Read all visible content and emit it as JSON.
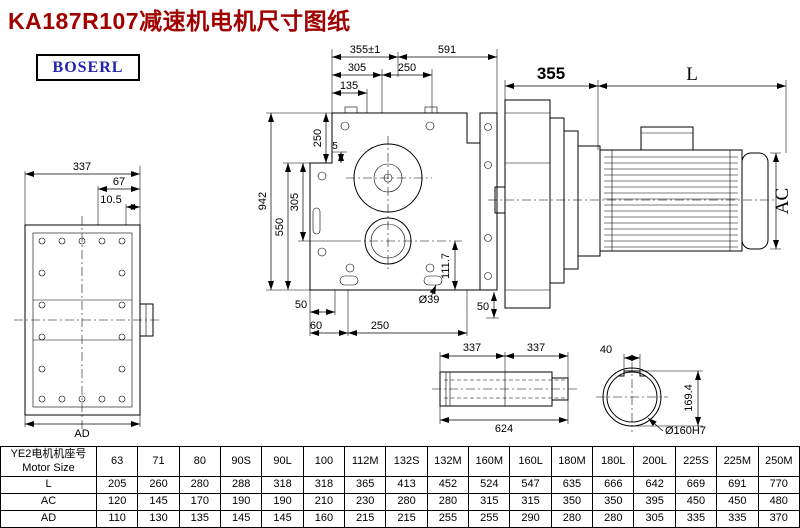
{
  "page": {
    "title": "KA187R107减速机电机尺寸图纸",
    "logo": "BOSERL"
  },
  "colors": {
    "title_red": "#a00000",
    "logo_blue": "#2222b0",
    "line_black": "#000000"
  },
  "dims": {
    "front_view": {
      "width": "337",
      "offset_a": "67",
      "offset_b": "10.5",
      "bottom": "AD"
    },
    "main_view": {
      "top_a": "355±1",
      "top_b": "591",
      "mid_a": "305",
      "mid_b": "250",
      "low": "135",
      "h_total": "942",
      "h_a": "550",
      "h_b": "305",
      "h_c": "250",
      "h_d": "5",
      "right_h": "111.7",
      "foot_a": "50",
      "foot_b": "60",
      "foot_c": "250",
      "hole": "Ø39",
      "foot_d": "50"
    },
    "side_view": {
      "reducer_len": "355",
      "motor_len": "L",
      "motor_dia": "AC"
    },
    "shaft_view": {
      "seg_a": "337",
      "seg_b": "337",
      "total": "624"
    },
    "bore_view": {
      "key_w": "40",
      "depth": "169.4",
      "bore": "Ø160H7"
    }
  },
  "table": {
    "header_cn": "YE2电机机座号",
    "header_en": "Motor Size",
    "sizes": [
      "63",
      "71",
      "80",
      "90S",
      "90L",
      "100",
      "112M",
      "132S",
      "132M",
      "160M",
      "160L",
      "180M",
      "180L",
      "200L",
      "225S",
      "225M",
      "250M"
    ],
    "rows": [
      {
        "label": "L",
        "values": [
          "205",
          "260",
          "280",
          "288",
          "318",
          "318",
          "365",
          "413",
          "452",
          "524",
          "547",
          "635",
          "666",
          "642",
          "669",
          "691",
          "770"
        ]
      },
      {
        "label": "AC",
        "values": [
          "120",
          "145",
          "170",
          "190",
          "190",
          "210",
          "230",
          "280",
          "280",
          "315",
          "315",
          "350",
          "350",
          "395",
          "450",
          "450",
          "480"
        ]
      },
      {
        "label": "AD",
        "values": [
          "110",
          "130",
          "135",
          "145",
          "145",
          "160",
          "215",
          "215",
          "255",
          "255",
          "290",
          "280",
          "280",
          "305",
          "335",
          "335",
          "370"
        ]
      }
    ]
  }
}
